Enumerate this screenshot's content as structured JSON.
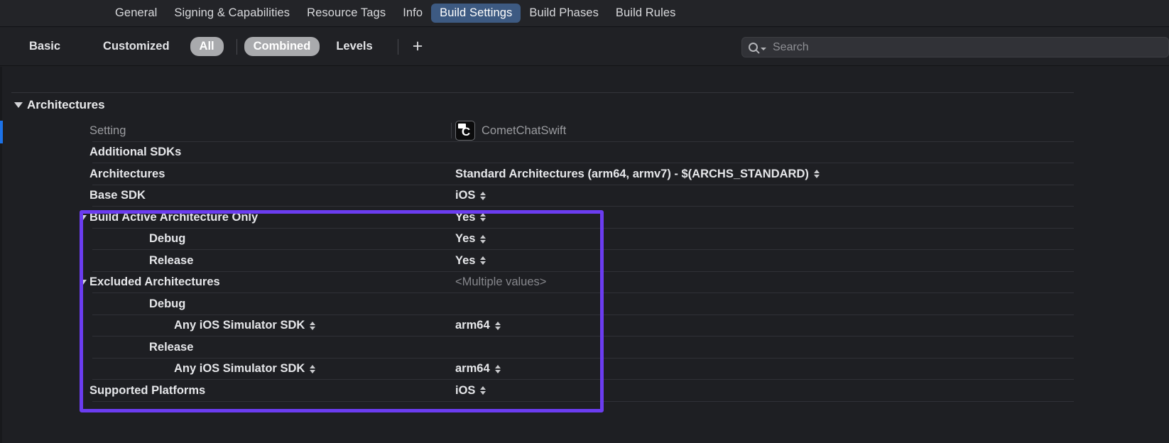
{
  "tabs": [
    {
      "label": "General",
      "selected": false
    },
    {
      "label": "Signing & Capabilities",
      "selected": false
    },
    {
      "label": "Resource Tags",
      "selected": false
    },
    {
      "label": "Info",
      "selected": false
    },
    {
      "label": "Build Settings",
      "selected": true
    },
    {
      "label": "Build Phases",
      "selected": false
    },
    {
      "label": "Build Rules",
      "selected": false
    }
  ],
  "filterbar": {
    "buttons": [
      {
        "label": "Basic",
        "active": false
      },
      {
        "label": "Customized",
        "active": false
      },
      {
        "label": "All",
        "active": true
      },
      {
        "label": "Combined",
        "active": true
      },
      {
        "label": "Levels",
        "active": false
      }
    ],
    "add_label": "+"
  },
  "search": {
    "placeholder": "Search",
    "value": ""
  },
  "section": {
    "title": "Architectures",
    "expanded": true
  },
  "header_row": {
    "setting_label": "Setting",
    "target_name": "CometChatSwift",
    "target_icon": "app-icon"
  },
  "rows": [
    {
      "name": "Additional SDKs",
      "value": "",
      "indent": 0,
      "stepper": false,
      "disclosure": false,
      "value_muted": false
    },
    {
      "name": "Architectures",
      "value": "Standard Architectures (arm64, armv7)  -  $(ARCHS_STANDARD)",
      "indent": 0,
      "stepper": true,
      "disclosure": false,
      "value_muted": false
    },
    {
      "name": "Base SDK",
      "value": "iOS",
      "indent": 0,
      "stepper": true,
      "disclosure": false,
      "value_muted": false
    },
    {
      "name": "Build Active Architecture Only",
      "value": "Yes",
      "indent": 0,
      "stepper": true,
      "disclosure": true,
      "value_muted": false
    },
    {
      "name": "Debug",
      "value": "Yes",
      "indent": 1,
      "stepper": true,
      "disclosure": false,
      "value_muted": false
    },
    {
      "name": "Release",
      "value": "Yes",
      "indent": 1,
      "stepper": true,
      "disclosure": false,
      "value_muted": false
    },
    {
      "name": "Excluded Architectures",
      "value": "<Multiple values>",
      "indent": 0,
      "stepper": false,
      "disclosure": true,
      "value_muted": true
    },
    {
      "name": "Debug",
      "value": "",
      "indent": 1,
      "stepper": false,
      "disclosure": false,
      "value_muted": false
    },
    {
      "name": "Any iOS Simulator SDK",
      "value": "arm64",
      "indent": 2,
      "stepper": true,
      "name_stepper": true,
      "disclosure": false,
      "value_muted": false
    },
    {
      "name": "Release",
      "value": "",
      "indent": 1,
      "stepper": false,
      "disclosure": false,
      "value_muted": false
    },
    {
      "name": "Any iOS Simulator SDK",
      "value": "arm64",
      "indent": 2,
      "stepper": true,
      "name_stepper": true,
      "disclosure": false,
      "value_muted": false
    },
    {
      "name": "Supported Platforms",
      "value": "iOS",
      "indent": 0,
      "stepper": true,
      "disclosure": false,
      "value_muted": false
    }
  ],
  "colors": {
    "highlight_border": "#6b3cf0",
    "tab_selected_bg": "#3d5a82",
    "pill_bg": "#a9aaad",
    "blue_marker": "#1c72e8",
    "background": "#1e1f23"
  }
}
